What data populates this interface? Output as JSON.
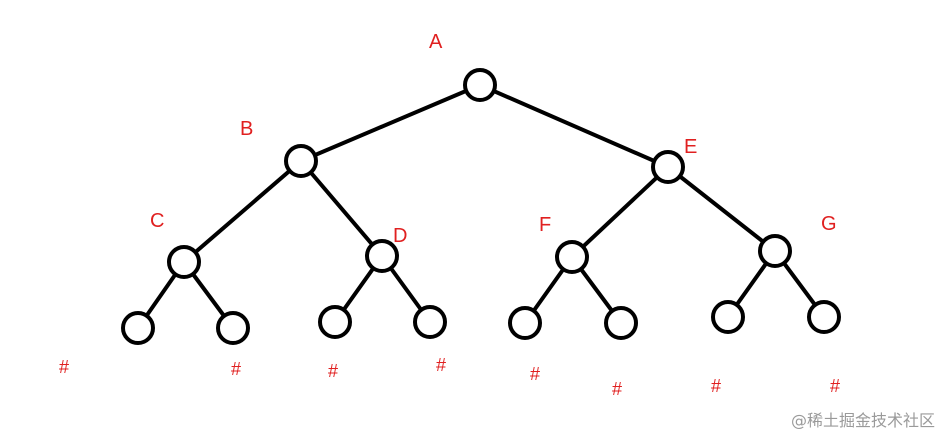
{
  "tree": {
    "node_labels": {
      "A": "A",
      "B": "B",
      "C": "C",
      "D": "D",
      "E": "E",
      "F": "F",
      "G": "G"
    },
    "null_marker": "#"
  },
  "watermark": "@稀土掘金技术社区"
}
